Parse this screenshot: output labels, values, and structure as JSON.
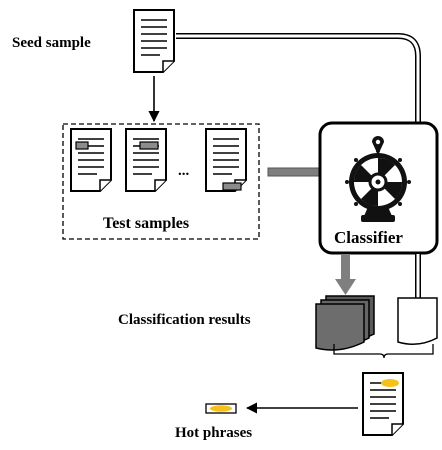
{
  "labels": {
    "seed_sample": "Seed sample",
    "test_samples": "Test samples",
    "ellipsis": "...",
    "classifier": "Classifier",
    "classification_results": "Classification results",
    "hot_phrases": "Hot phrases"
  },
  "icons": {
    "document": "document-icon",
    "wheel": "prize-wheel-icon",
    "highlight": "highlight-mark-icon"
  },
  "colors": {
    "ink": "#000000",
    "highlight": "#f6c21a",
    "connector_gray": "#7f7f7f",
    "result_dark": "#6d6d6d"
  }
}
